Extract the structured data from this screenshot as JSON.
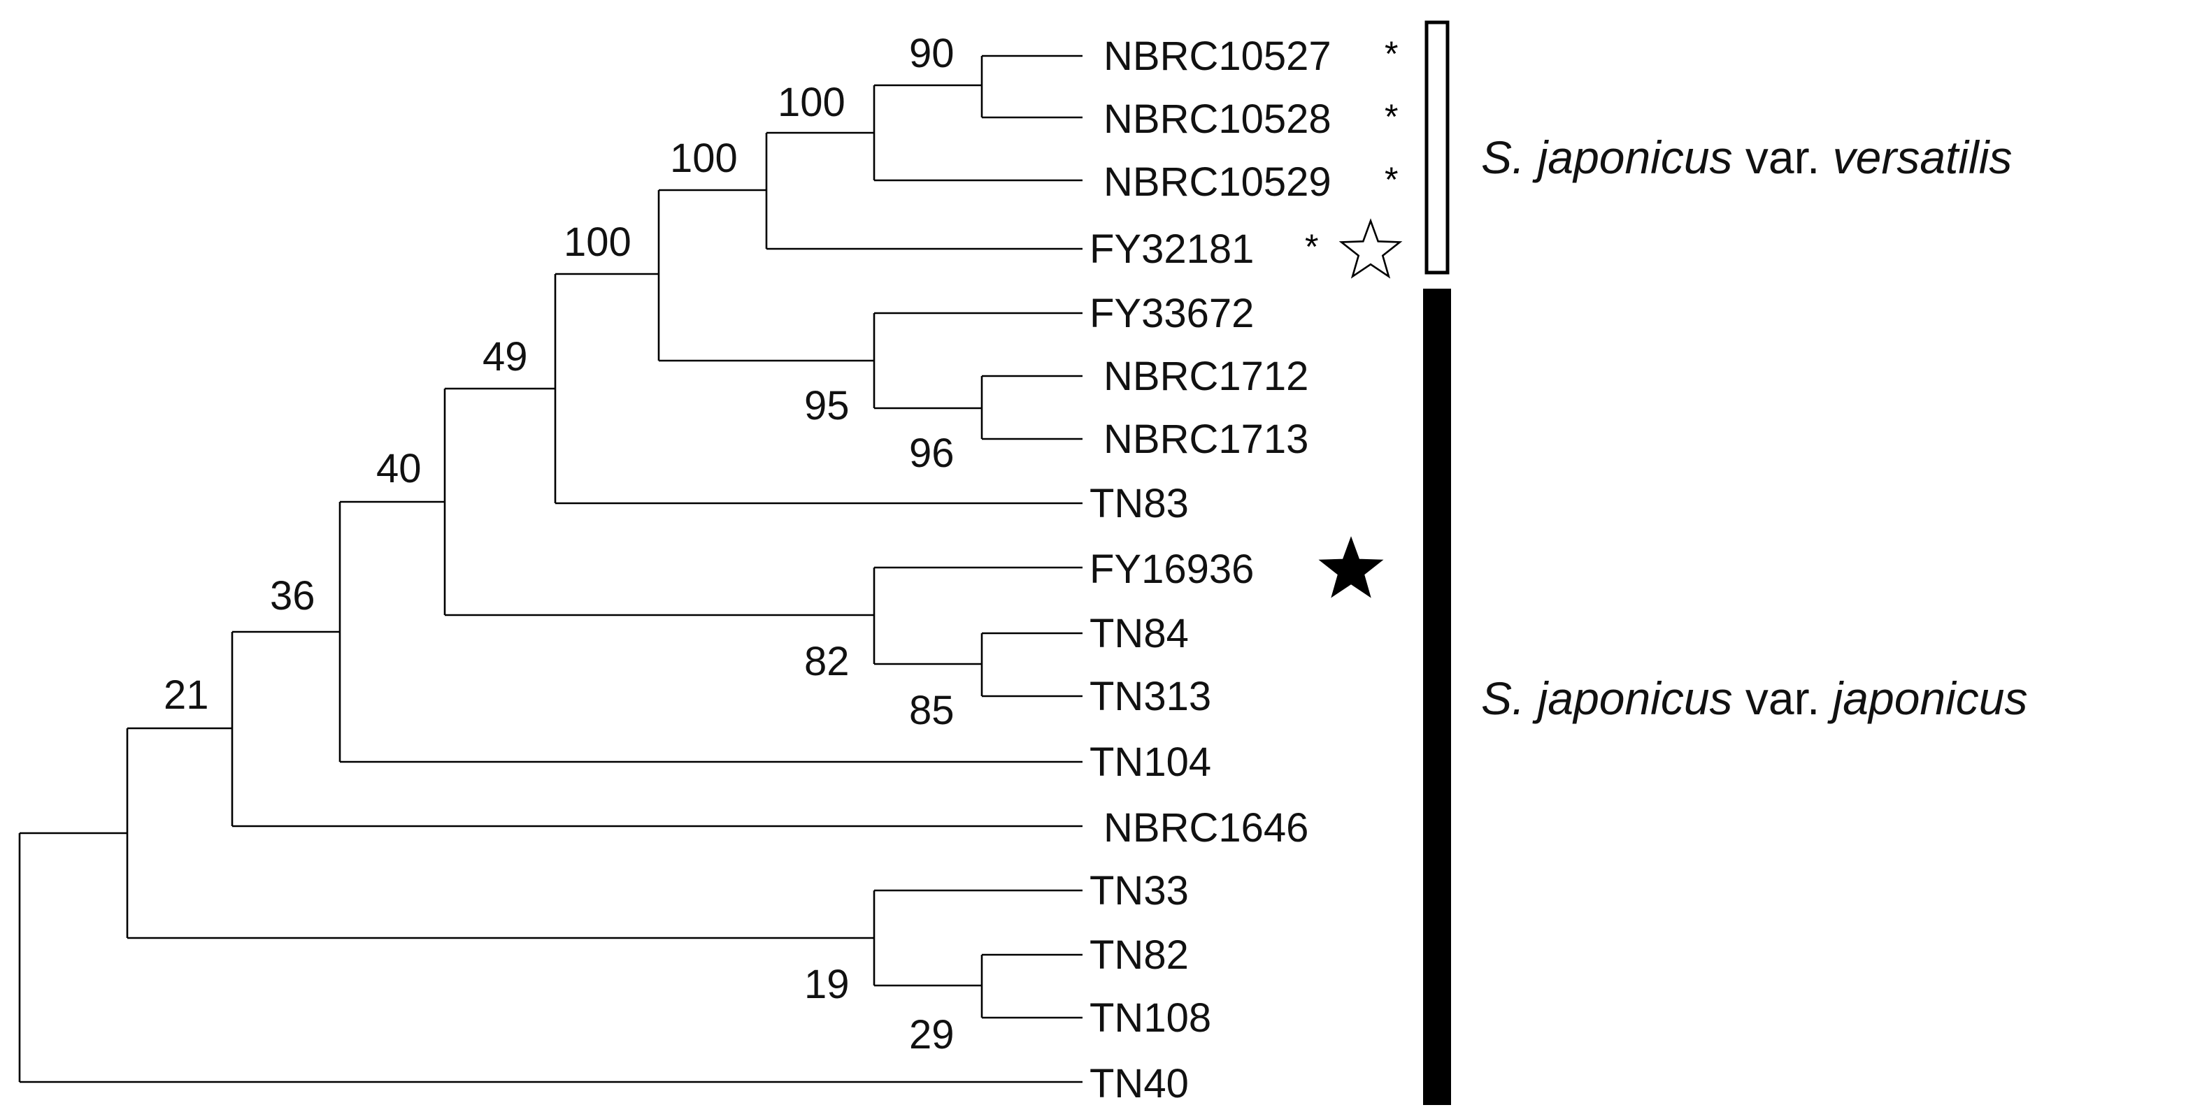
{
  "tree": {
    "leaves": [
      {
        "label": "NBRC10527",
        "asterisk": "*"
      },
      {
        "label": "NBRC10528",
        "asterisk": "*"
      },
      {
        "label": "NBRC10529",
        "asterisk": "*"
      },
      {
        "label": "FY32181",
        "asterisk": "*",
        "marker": "open-star-icon"
      },
      {
        "label": "FY33672"
      },
      {
        "label": "NBRC1712"
      },
      {
        "label": "NBRC1713"
      },
      {
        "label": "TN83"
      },
      {
        "label": "FY16936",
        "marker": "filled-star-icon"
      },
      {
        "label": "TN84"
      },
      {
        "label": "TN313"
      },
      {
        "label": "TN104"
      },
      {
        "label": "NBRC1646"
      },
      {
        "label": "TN33"
      },
      {
        "label": "TN82"
      },
      {
        "label": "TN108"
      },
      {
        "label": "TN40"
      }
    ],
    "bootstrap_values": [
      "90",
      "100",
      "100",
      "100",
      "95",
      "96",
      "49",
      "40",
      "82",
      "85",
      "36",
      "21",
      "19",
      "29"
    ]
  },
  "groups": {
    "versatilis": {
      "prefix": "S. japonicus",
      "var": "var.",
      "name": "versatilis",
      "bar_style": "open"
    },
    "japonicus": {
      "prefix": "S. japonicus",
      "var": "var.",
      "name": "japonicus",
      "bar_style": "filled"
    }
  }
}
